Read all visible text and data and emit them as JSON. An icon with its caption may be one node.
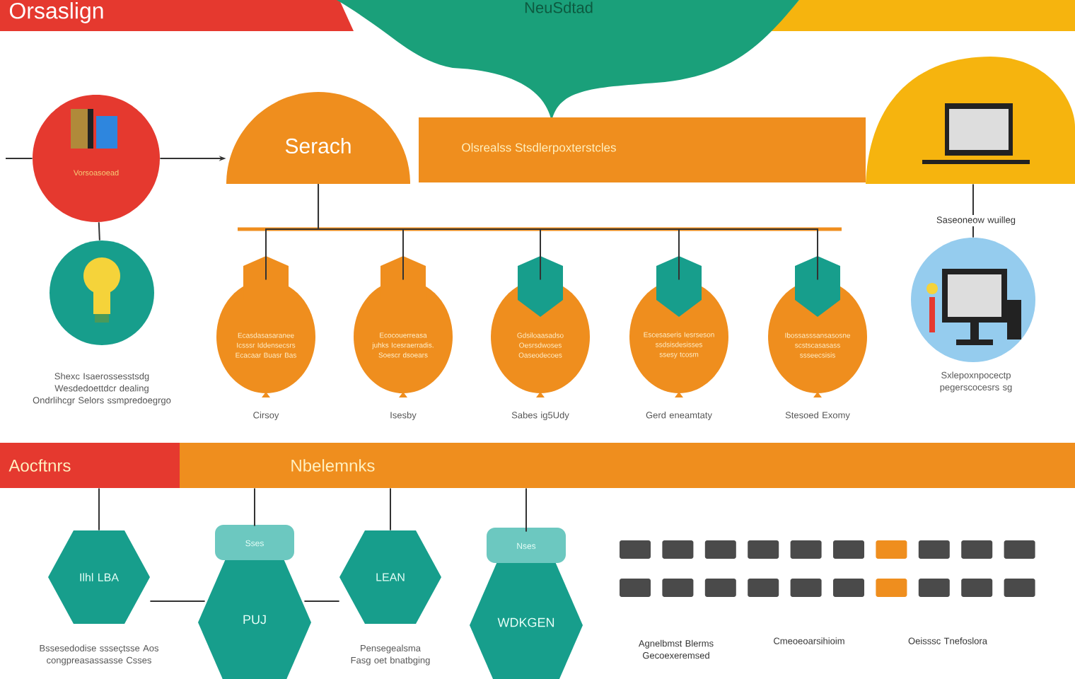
{
  "diagram": {
    "nodes": [
      {
        "text": [
          "Orsaslign"
        ]
      },
      {
        "text": [
          "NeuSdtad"
        ]
      },
      {
        "text": [
          "Vorsoasoead"
        ]
      },
      {
        "text": [
          "Serach"
        ]
      },
      {
        "text": [
          "Olsrealss Stsdlerpoxterstcles"
        ]
      },
      {
        "text": [],
        "shape": "circle"
      },
      {
        "text": [],
        "shape": "circle",
        "beside": [
          "Shexc Isaerossesstsdg Wesdedoettdcr dealing Ondrlihcgr Selors ssmpredoegrgo"
        ]
      },
      {
        "text": [
          "Ecasdasasaranee Icsssr Iddensecsrs Ecacaar Buasr Bas"
        ],
        "beside": [
          "Cirsoy"
        ]
      },
      {
        "text": [
          "Ecocouerreasa juhks Icesraerradis. Soescr dsoears"
        ],
        "beside": [
          "Isesby"
        ]
      },
      {
        "text": [
          "Gdsiloaasadso Oesrsdwoses Oaseodecoes"
        ],
        "beside": [
          "Sabes ig5Udy"
        ]
      },
      {
        "text": [
          "Escesaseris Iesrseson ssdsisdesisses ssesy tcosm"
        ],
        "beside": [
          "Gerd eneamtaty"
        ]
      },
      {
        "text": [
          "Ibossasssansasosne scstscasasass ssseecsisis"
        ],
        "beside": [
          "Stesoed Exomy"
        ]
      },
      {
        "text": [],
        "shape": "circle",
        "beside": [
          "Sxlepoxnpocectp pegerscocesrs sg"
        ]
      },
      {
        "text": [
          "Aocftnrs"
        ]
      },
      {
        "text": [
          "Nbelemnks"
        ]
      },
      {
        "text": [
          "Ilhl LBA"
        ],
        "beside": [
          "Bssesedodise ssseçtsse Aos congpreasassasse Csses"
        ]
      },
      {
        "text": [
          "Sses",
          "PUJ"
        ]
      },
      {
        "text": [
          "LEAN"
        ],
        "beside": [
          "Pensegealsma Fasg oet bnatbging"
        ]
      },
      {
        "text": [
          "Nses",
          "WDKGEN"
        ]
      }
    ],
    "edges": [
      {
        "from": null,
        "to": 2,
        "arrow": "none"
      },
      {
        "from": 2,
        "to": 3,
        "arrow": "to"
      },
      {
        "from": 2,
        "to": 6,
        "arrow": "none"
      },
      {
        "from": 3,
        "to": 7,
        "arrow": "none"
      },
      {
        "from": 3,
        "to": 8,
        "arrow": "none"
      },
      {
        "from": 3,
        "to": 9,
        "arrow": "none"
      },
      {
        "from": 3,
        "to": 10,
        "arrow": "none"
      },
      {
        "from": 3,
        "to": 11,
        "arrow": "none"
      },
      {
        "from": 5,
        "to": 12,
        "arrow": "none"
      },
      {
        "from": 13,
        "to": 15,
        "arrow": "none"
      },
      {
        "from": 14,
        "to": 16,
        "arrow": "none"
      },
      {
        "from": 14,
        "to": 17,
        "arrow": "none"
      },
      {
        "from": 14,
        "to": 18,
        "arrow": "none"
      },
      {
        "from": 15,
        "to": 16,
        "arrow": "none"
      },
      {
        "from": 16,
        "to": 17,
        "arrow": "none"
      }
    ],
    "labels": [
      "Saseoneow wuilleg",
      "Agnelbmst Blerms Gecoexeremsed",
      "Cmeoeoarsihioim",
      "Oeisssc Tnefoslora"
    ]
  }
}
